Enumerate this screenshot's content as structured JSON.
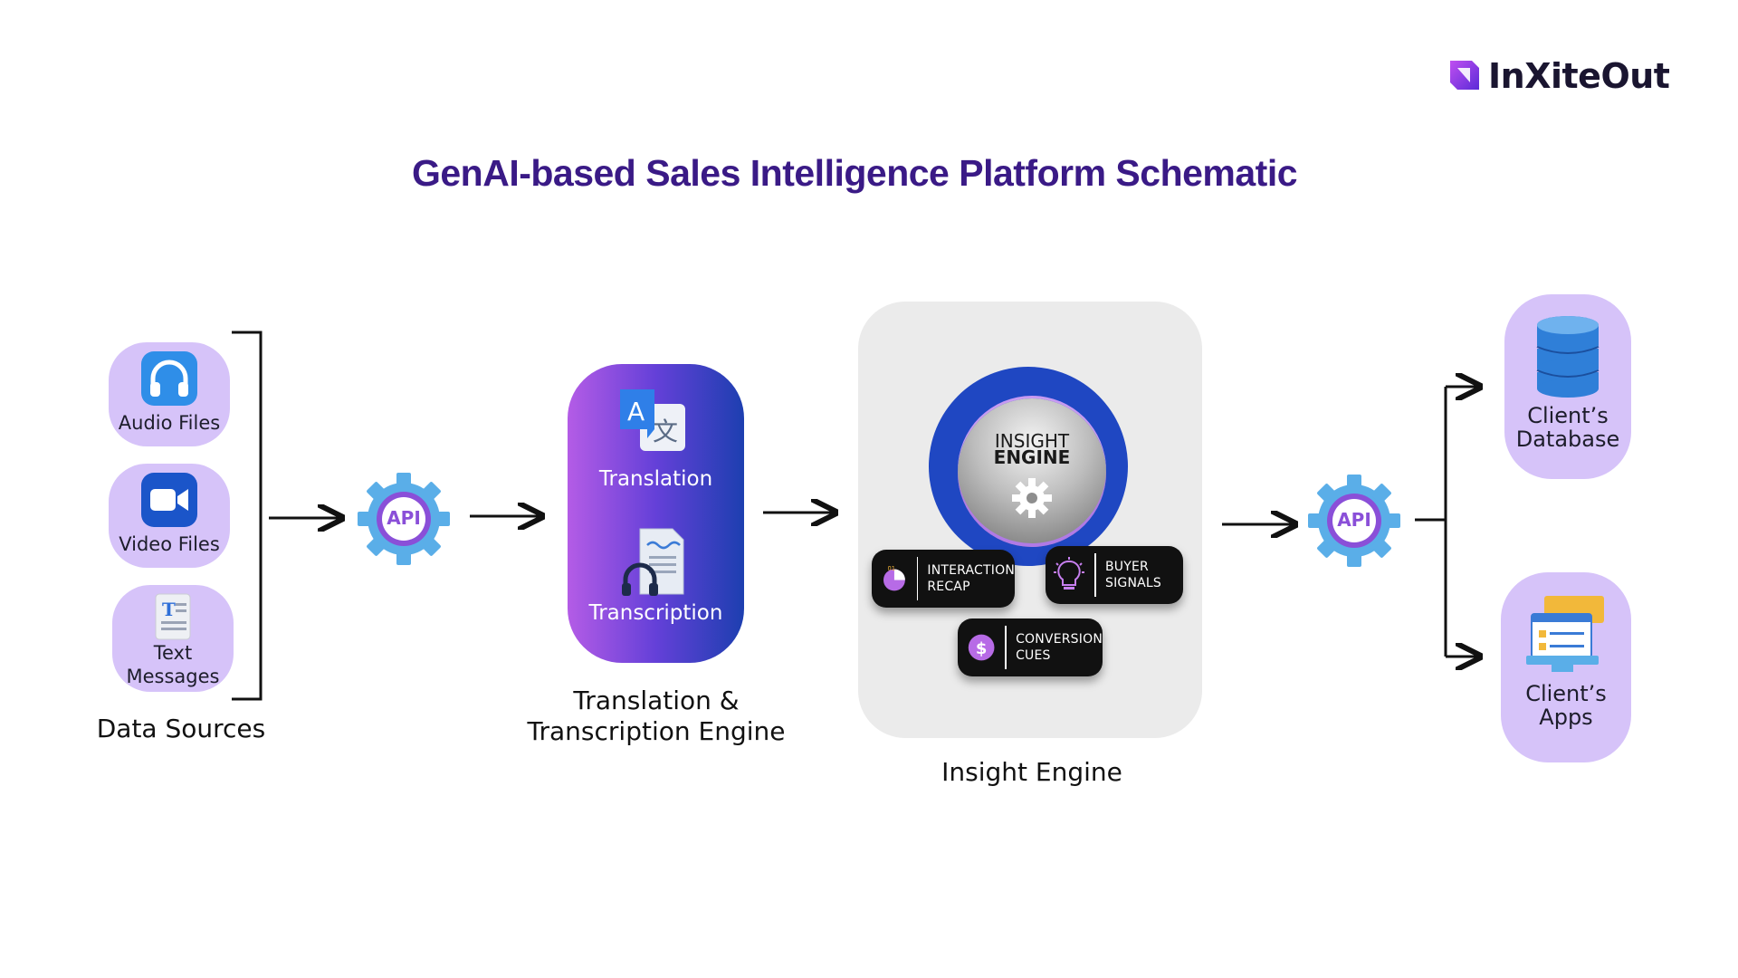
{
  "brand": {
    "name": "InXiteOut"
  },
  "title": "GenAI-based Sales Intelligence Platform Schematic",
  "data_sources": {
    "label": "Data Sources",
    "items": [
      {
        "label": "Audio Files",
        "icon": "headphones-icon"
      },
      {
        "label": "Video Files",
        "icon": "video-camera-icon"
      },
      {
        "label_line1": "Text",
        "label_line2": "Messages",
        "icon": "text-document-icon"
      }
    ]
  },
  "api_badges": [
    "API",
    "API"
  ],
  "translation_engine": {
    "translation_label": "Translation",
    "transcription_label": "Transcription",
    "caption_line1": "Translation &",
    "caption_line2": "Transcription Engine"
  },
  "insight_engine": {
    "sphere_line1": "INSIGHT",
    "sphere_line2": "ENGINE",
    "caption": "Insight Engine",
    "tags": [
      {
        "line1": "INTERACTION",
        "line2": "RECAP",
        "icon": "pie-chart-icon",
        "icon_text": "01"
      },
      {
        "line1": "BUYER",
        "line2": "SIGNALS",
        "icon": "lightbulb-icon"
      },
      {
        "line1": "CONVERSION",
        "line2": "CUES",
        "icon": "dollar-icon",
        "icon_text": "$"
      }
    ]
  },
  "outputs": [
    {
      "line1": "Client’s",
      "line2": "Database",
      "icon": "database-icon"
    },
    {
      "line1": "Client’s",
      "line2": "Apps",
      "icon": "app-window-icon"
    }
  ],
  "colors": {
    "title": "#3a1a86",
    "pill": "#d6c3f9",
    "api_gear": "#5aaee8",
    "api_inner": "#8a4fd8",
    "ring": "#1f47c2"
  }
}
